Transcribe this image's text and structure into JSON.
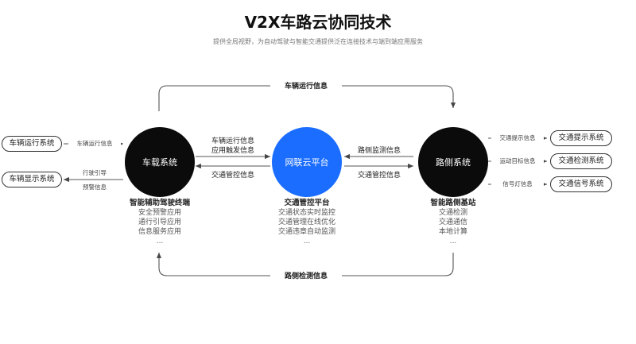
{
  "title": "V2X车路云协同技术",
  "subtitle": "提供全局视野，为自动驾驶与智能交通提供泛在连接技术与端到端应用服务",
  "nodes": {
    "vehicle": "车载系统",
    "cloud": "网联云平台",
    "roadside": "路侧系统"
  },
  "colors": {
    "cloud": "#1a6dff",
    "dark": "#0b0b0b"
  },
  "left_boxes": [
    "车辆运行系统",
    "车辆显示系统"
  ],
  "left_labels": {
    "top": "车辆运行信息",
    "bottom_line1": "行驶引导",
    "bottom_line2": "预警信息"
  },
  "right_boxes": [
    "交通提示系统",
    "交通检测系统",
    "交通信号系统"
  ],
  "right_labels": [
    "交通提示信息",
    "运动目标信息",
    "信号灯信息"
  ],
  "edge_labels": {
    "top_loop": "车辆运行信息",
    "bottom_loop": "路侧检测信息",
    "v2c_line1": "车辆运行信息",
    "v2c_line2": "应用触发信息",
    "c2v": "交通管控信息",
    "r2c": "路侧监测信息",
    "c2r": "交通管控信息"
  },
  "vehicle_block": {
    "head": "智能辅助驾驶终端",
    "items": [
      "安全预警应用",
      "通行引导应用",
      "信息服务应用",
      "..."
    ]
  },
  "cloud_block": {
    "head": "交通管控平台",
    "items": [
      "交通状态实时监控",
      "交通管理在线优化",
      "交通违章自动监测",
      "..."
    ]
  },
  "roadside_block": {
    "head": "智能路侧基站",
    "items": [
      "交通检测",
      "交通通信",
      "本地计算",
      "..."
    ]
  }
}
